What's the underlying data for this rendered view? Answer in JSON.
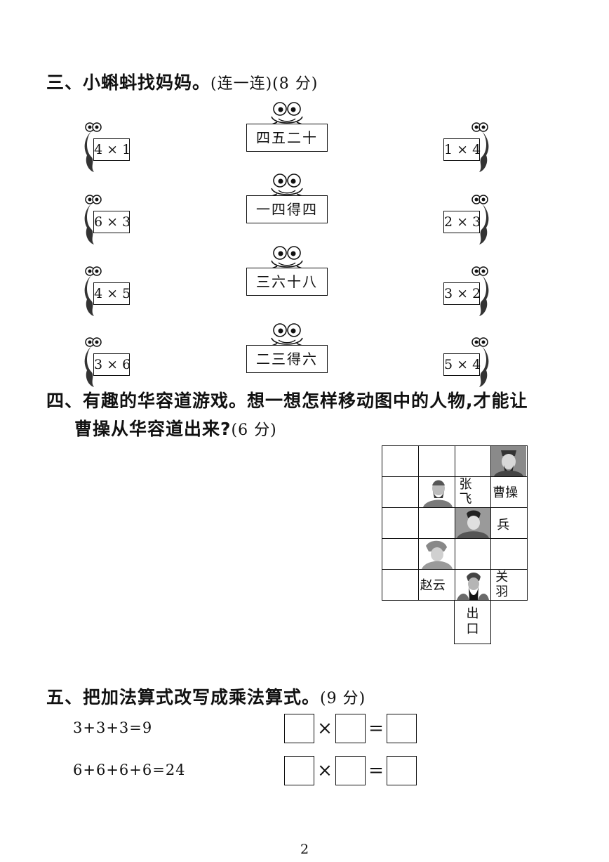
{
  "section3": {
    "heading": "三、小蝌蚪找妈妈。",
    "points": "(连一连)(8 分)",
    "left_tadpoles": [
      "4 × 1",
      "6 × 3",
      "4 × 5",
      "3 × 6"
    ],
    "frogs": [
      "四五二十",
      "一四得四",
      "三六十八",
      "二三得六"
    ],
    "right_tadpoles": [
      "1 × 4",
      "2 × 3",
      "3 × 2",
      "5 × 4"
    ]
  },
  "section4": {
    "heading_line1": "四、有趣的华容道游戏。想一想怎样移动图中的人物,才能让",
    "heading_line2": "曹操从华容道出来?",
    "points": "(6 分)",
    "labels": {
      "zhangfei": "张\n飞",
      "caocao": "曹操",
      "bing": "兵",
      "zhaoyun": "赵云",
      "guanyu": "关\n羽",
      "exit": "出\n口"
    }
  },
  "section5": {
    "heading": "五、把加法算式改写成乘法算式。",
    "points": "(9 分)",
    "equations": [
      "3+3+3=9",
      "6+6+6+6=24"
    ],
    "times_sign": "×",
    "equals_sign": "="
  },
  "page_number": "2"
}
